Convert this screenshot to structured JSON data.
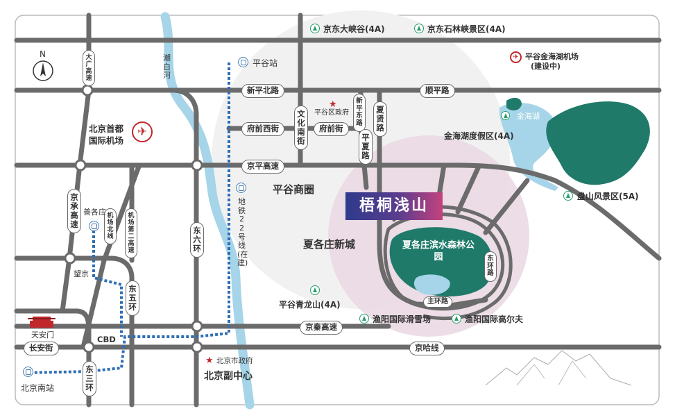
{
  "project": "梧桐浅山",
  "north": "N",
  "roads": {
    "xinping_north": "新平北路",
    "shunping": "顺平路",
    "fuqian_west": "府前西街",
    "fuqian": "府前街",
    "wenhua_south": "文化南街",
    "xinping_east": "新平东路",
    "xiaxian": "夏贤路",
    "pingxia": "平夏路",
    "jingping": "京平高速",
    "jingcheng": "京承高速",
    "airport2": "机场第二高速",
    "airport_north": "机场北线",
    "east6": "东六环",
    "east5": "东五环",
    "east3": "东三环",
    "jingqin": "京秦高速",
    "jingha": "京哈线",
    "changan": "长安街",
    "ring_main": "主环路",
    "ring_east": "东环路",
    "daguang": "大广高速"
  },
  "places": {
    "grand_canyon": "京东大峡谷(4A)",
    "stone_forest": "京东石林峡景区(4A)",
    "jinhai_airport": "平谷金海湖机场",
    "jinhai_airport_note": "(建设中)",
    "jinhai_lake": "金海湖",
    "jinhai_resort": "金海湖度假区(4A)",
    "panshan": "盘山风景区(5A)",
    "capital_airport": "北京首都国际机场",
    "pinggu_gov": "平谷区政府",
    "pinggu_station": "平谷站",
    "pinggu_business": "平谷商圈",
    "xiagezhuang_new": "夏各庄新城",
    "park": "夏各庄滨水森林公园",
    "qinglong": "平谷青龙山(4A)",
    "ski": "渔阳国际滑雪场",
    "golf": "渔阳国际高尔夫",
    "subway22": "地铁22号线(在建)",
    "shangezhuang": "善各庄",
    "wangjing": "望京",
    "tiananmen": "天安门",
    "cbd": "CBD",
    "bj_gov": "北京市政府",
    "subcenter": "北京副中心",
    "bj_south": "北京南站",
    "chaobai": "潮白河"
  }
}
